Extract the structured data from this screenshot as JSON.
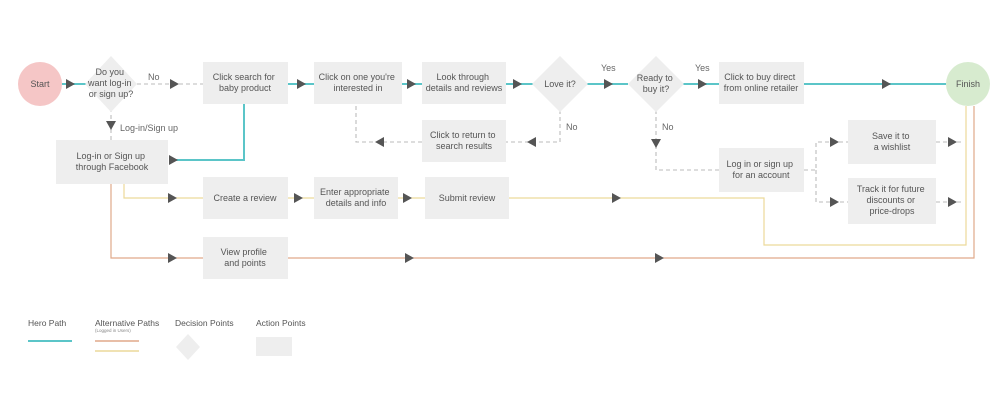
{
  "colors": {
    "hero": "#5bc5c8",
    "alt_orange": "#e0a98a",
    "alt_yellow": "#ecd99a",
    "box": "#eeeeee",
    "start": "#f5c6c6",
    "finish": "#d7ebcf",
    "dashed": "#bbbbbb",
    "arrow": "#555555"
  },
  "nodes": {
    "start": "Start",
    "finish": "Finish",
    "decision_login": [
      "Do you",
      "want log-in",
      "or sign up?"
    ],
    "login_facebook": [
      "Log-in or Sign up",
      "through Facebook"
    ],
    "search": [
      "Click search for",
      "baby product"
    ],
    "click_one": [
      "Click on one you're",
      "interested in"
    ],
    "look_through": [
      "Look through",
      "details and reviews"
    ],
    "love_it": [
      "Love it?"
    ],
    "ready_to_buy": [
      "Ready to",
      "buy it?"
    ],
    "buy_direct": [
      "Click to buy direct",
      "from online retailer"
    ],
    "return_search": [
      "Click to return to",
      "search results"
    ],
    "login_account": [
      "Log in or sign up",
      "for an account"
    ],
    "save_wishlist": [
      "Save it to",
      "a wishlist"
    ],
    "track_future": [
      "Track it for future",
      "discounts or",
      "price-drops"
    ],
    "create_review": [
      "Create a review"
    ],
    "enter_details": [
      "Enter appropriate",
      "details and info"
    ],
    "submit_review": [
      "Submit review"
    ],
    "view_profile": [
      "View profile",
      "and points"
    ]
  },
  "edge_labels": {
    "no_login": "No",
    "login_signup": "Log-in/Sign up",
    "love_yes": "Yes",
    "love_no": "No",
    "ready_yes": "Yes",
    "ready_no": "No"
  },
  "legend": {
    "hero": "Hero Path",
    "alternative": "Alternative Paths",
    "alternative_sub": "(Logged in Users)",
    "decision": "Decision Points",
    "action": "Action Points"
  }
}
